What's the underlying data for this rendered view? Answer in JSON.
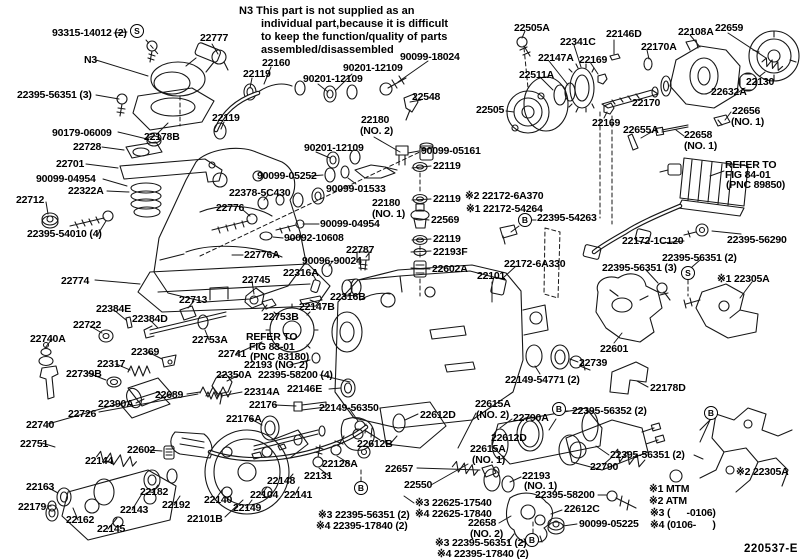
{
  "note_n3": {
    "line1": "N3 This part is not supplied as an",
    "line2": "individual part,because it is difficult",
    "line3": "to keep the function/quality of parts",
    "line4": "assembled/disassembled"
  },
  "legend": {
    "item1": "※1 MTM",
    "item2": "※2 ATM",
    "item3": "※3 (      -0106)",
    "item4": "※4 (0106-      )"
  },
  "figure_code": "220537-E",
  "markers": {
    "s": "S",
    "b": "B"
  },
  "labels": [
    "93315-14012 (2)",
    "N3",
    "22777",
    "22160",
    "22119",
    "90201-12109",
    "90099-18024",
    "90201-12109",
    "22548",
    "22395-56351 (3)",
    "22119",
    "90179-06009",
    "22178B",
    "22180",
    "(NO. 2)",
    "90201-12109",
    "90099-05161",
    "22728",
    "22701",
    "90099-04954",
    "22322A",
    "90099-05252",
    "22378-5C430",
    "22119",
    "22712",
    "22776",
    "90099-01533",
    "22180",
    "(NO. 1)",
    "22119",
    "※2 22172-6A370",
    "※1 22172-54264",
    "22395-54010 (4)",
    "90099-04954",
    "22569",
    "22395-54263",
    "90092-10608",
    "22119",
    "22776A",
    "22787",
    "22193F",
    "22172-6A330",
    "22395-56351 (2)",
    "22395-56351 (3)",
    "90096-90024",
    "22602A",
    "22172-1C120",
    "22395-56290",
    "22316A",
    "22101",
    "※1 22305A",
    "22774",
    "22745",
    "REFER TO",
    "FIG 84-01",
    "(PNC 89850)",
    "22658",
    "(NO. 1)",
    "22656",
    "(NO. 1)",
    "22655A",
    "22713",
    "22384E",
    "22384D",
    "22316B",
    "22147B",
    "22753B",
    "22722",
    "22740A",
    "REFER TO",
    "FIG 83-01",
    "22741",
    "(PNC 83180)",
    "22369",
    "22317",
    "22753A",
    "22601",
    "22193 (NO. 2)",
    "22739B",
    "22350A",
    "22395-58200 (4)",
    "22739",
    "22314A",
    "22146E",
    "22390A",
    "22689",
    "22726",
    "22149-54771 (2)",
    "22178D",
    "22176",
    "22149-56350",
    "22740",
    "22176A",
    "22612D",
    "22615A",
    "(NO. 2)",
    "22790A",
    "22395-56352 (2)",
    "22751",
    "22602",
    "22612B",
    "22612D",
    "22615A",
    "(NO. 1)",
    "22395-56351 (2)",
    "22790",
    "22144",
    "22657",
    "22128A",
    "22131",
    "22148",
    "22550",
    "22163",
    "22182",
    "22192",
    "22140",
    "22104",
    "22141",
    "22193",
    "(NO. 1)",
    "※2 22305A",
    "22179",
    "22149",
    "22143",
    "22395-58200",
    "22612C",
    "22101B",
    "22162",
    "22145",
    "※3 22625-17540",
    "※4 22625-17840",
    "90099-05225",
    "※3 22395-56351 (2)",
    "※4 22395-17840 (2)",
    "22658",
    "(NO. 2)",
    "※3 22395-56351 (2)",
    "※4 22395-17840 (2)",
    "22505A",
    "22341C",
    "22146D",
    "22108A",
    "22659",
    "22147A",
    "22169",
    "22170A",
    "22511A",
    "22130",
    "22632A",
    "22505",
    "22170",
    "22169"
  ]
}
